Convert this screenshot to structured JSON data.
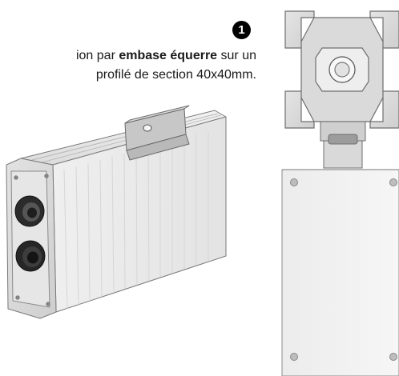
{
  "step": {
    "number": "1"
  },
  "caption": {
    "line1_pre": "ion par ",
    "line1_bold": "embase équerre",
    "line1_post": " sur un",
    "line2": "profilé de section 40x40mm."
  },
  "colors": {
    "badge_bg": "#000000",
    "text": "#1a1a1a",
    "aluminium": "#d9d9d9",
    "outline": "#6e6e6e"
  },
  "icons": {
    "step_badge": "circled-number",
    "connector_top": "m12-connector-icon",
    "connector_bottom": "round-connector-icon"
  }
}
